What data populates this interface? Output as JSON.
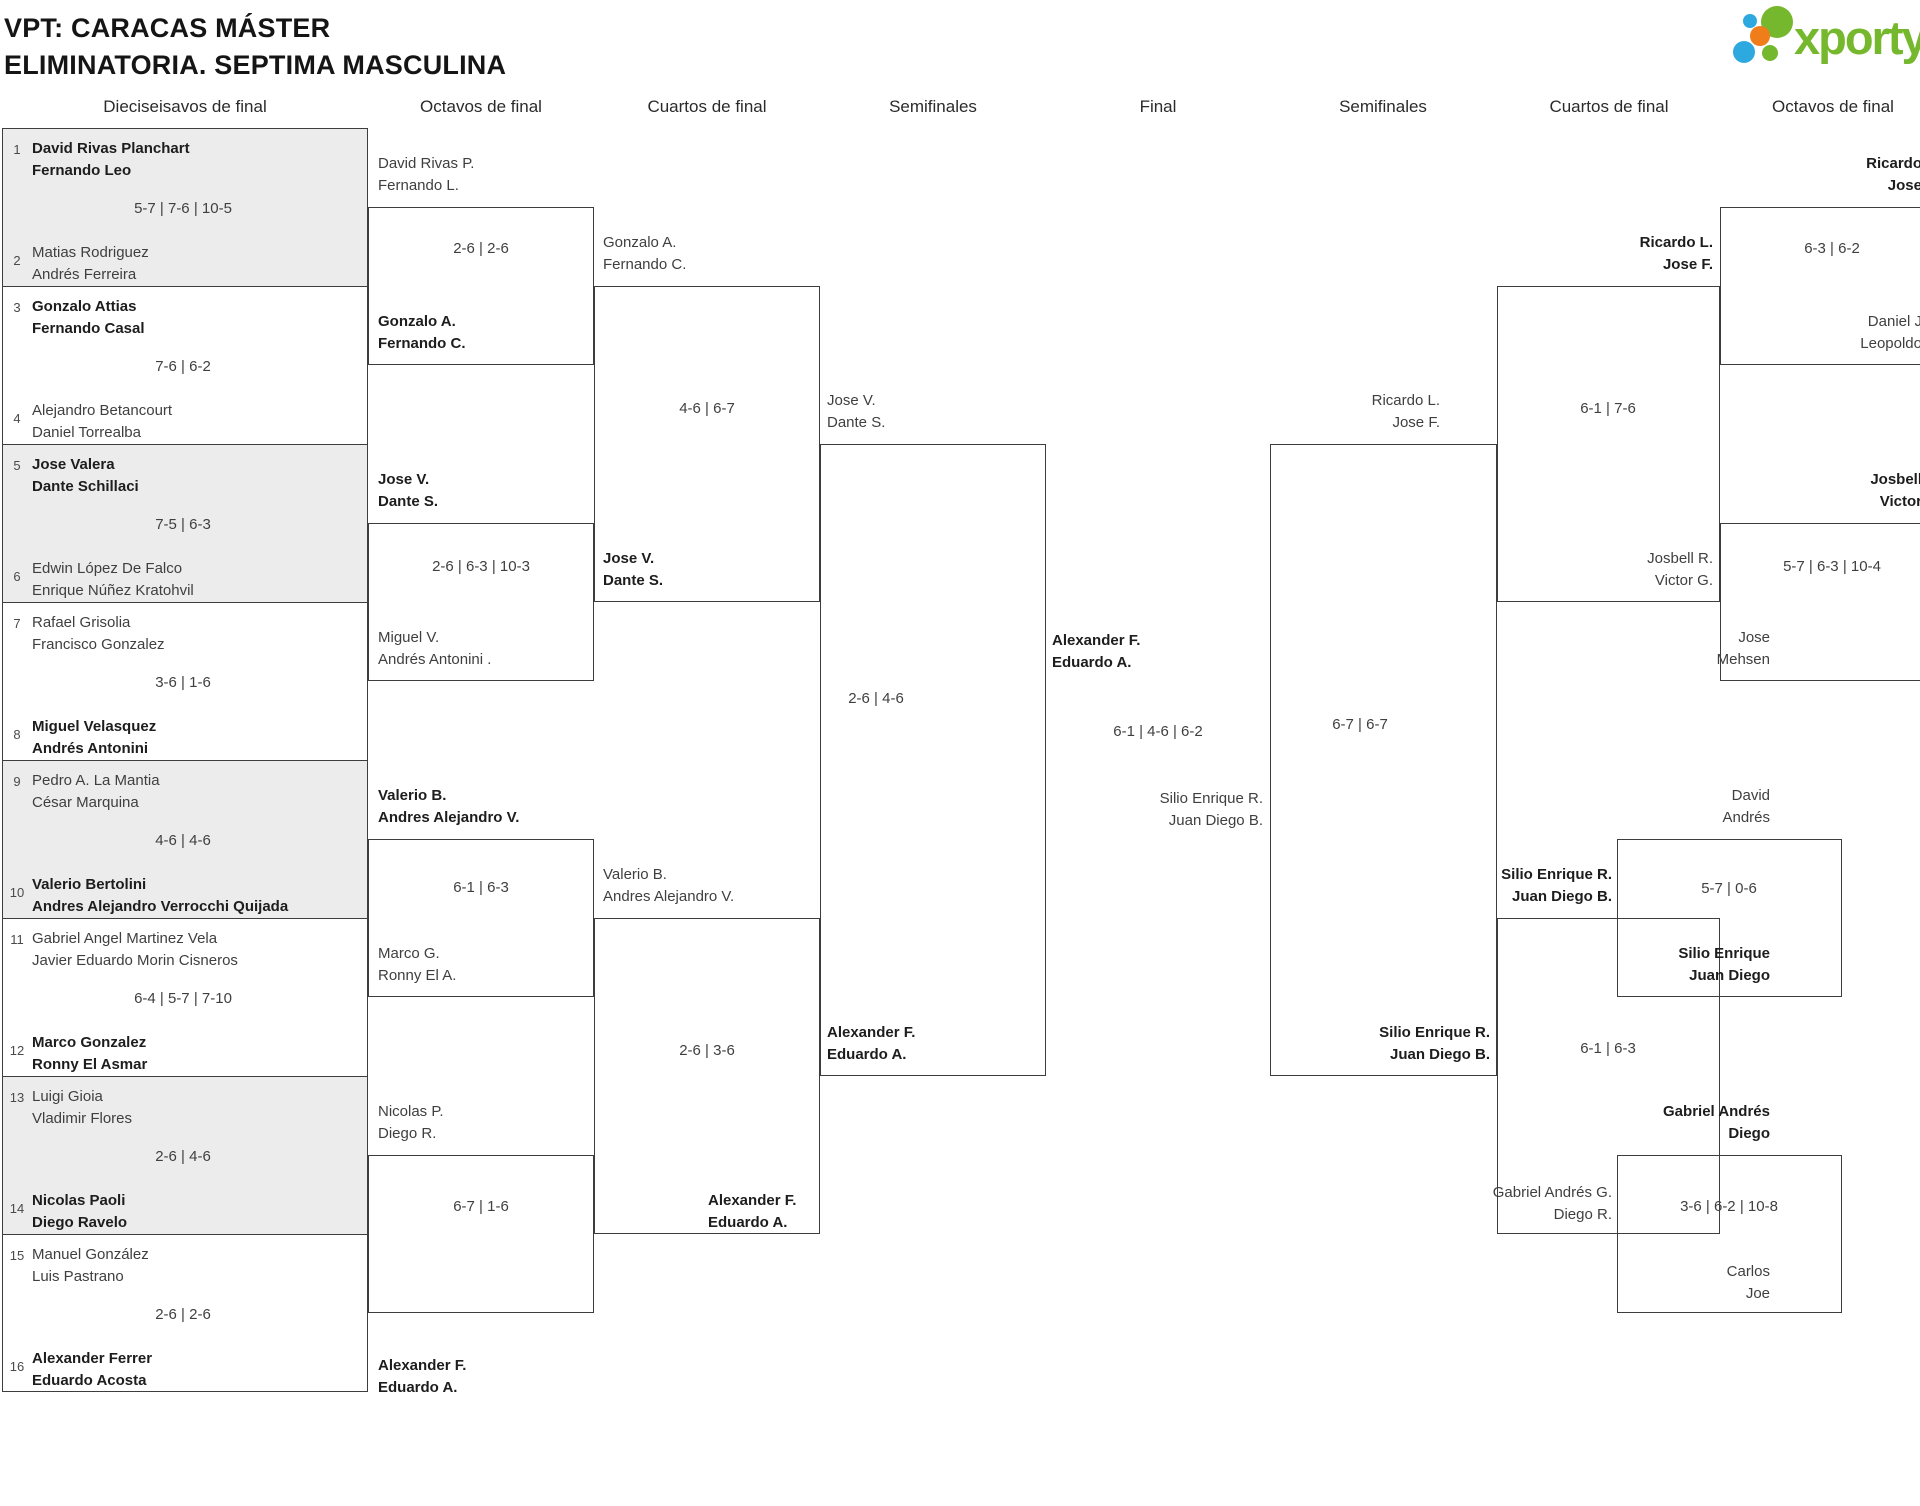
{
  "title": {
    "line1": "VPT: CARACAS MÁSTER",
    "line2": "ELIMINATORIA. SEPTIMA MASCULINA"
  },
  "logo": {
    "brand": "xporty",
    "colors": {
      "green": "#76b82d",
      "blue": "#2ea9e0",
      "orange": "#ef7d1a"
    }
  },
  "rounds": [
    "Dieciseisavos de final",
    "Octavos de final",
    "Cuartos de final",
    "Semifinales",
    "Final",
    "Semifinales",
    "Cuartos de final",
    "Octavos de final"
  ],
  "r32": [
    {
      "seed1": "1",
      "team1": [
        "David Rivas Planchart",
        "Fernando Leo"
      ],
      "score": "5-7 | 7-6 | 10-5",
      "seed2": "2",
      "team2": [
        "Matias Rodriguez",
        "Andrés Ferreira"
      ],
      "winner": "top"
    },
    {
      "seed1": "3",
      "team1": [
        "Gonzalo Attias",
        "Fernando Casal"
      ],
      "score": "7-6 | 6-2",
      "seed2": "4",
      "team2": [
        "Alejandro Betancourt",
        "Daniel Torrealba"
      ],
      "winner": "top"
    },
    {
      "seed1": "5",
      "team1": [
        "Jose Valera",
        "Dante Schillaci"
      ],
      "score": "7-5 | 6-3",
      "seed2": "6",
      "team2": [
        "Edwin López De Falco",
        "Enrique Núñez Kratohvil"
      ],
      "winner": "top"
    },
    {
      "seed1": "7",
      "team1": [
        "Rafael Grisolia",
        "Francisco Gonzalez"
      ],
      "score": "3-6 | 1-6",
      "seed2": "8",
      "team2": [
        "Miguel Velasquez",
        "Andrés Antonini"
      ],
      "winner": "bottom"
    },
    {
      "seed1": "9",
      "team1": [
        "Pedro A. La Mantia",
        "César Marquina"
      ],
      "score": "4-6 | 4-6",
      "seed2": "10",
      "team2": [
        "Valerio Bertolini",
        "Andres Alejandro Verrocchi Quijada"
      ],
      "winner": "bottom"
    },
    {
      "seed1": "11",
      "team1": [
        "Gabriel Angel Martinez Vela",
        "Javier Eduardo Morin Cisneros"
      ],
      "score": "6-4 | 5-7 | 7-10",
      "seed2": "12",
      "team2": [
        "Marco Gonzalez",
        "Ronny El Asmar"
      ],
      "winner": "bottom"
    },
    {
      "seed1": "13",
      "team1": [
        "Luigi Gioia",
        "Vladimir Flores"
      ],
      "score": "2-6 | 4-6",
      "seed2": "14",
      "team2": [
        "Nicolas Paoli",
        "Diego Ravelo"
      ],
      "winner": "bottom"
    },
    {
      "seed1": "15",
      "team1": [
        "Manuel González",
        "Luis Pastrano"
      ],
      "score": "2-6 | 2-6",
      "seed2": "16",
      "team2": [
        "Alexander Ferrer",
        "Eduardo Acosta"
      ],
      "winner": "bottom"
    }
  ],
  "octavos_left": [
    {
      "top": [
        "David Rivas P.",
        "Fernando L."
      ],
      "score": "2-6 | 2-6",
      "bottom": [
        "Gonzalo A.",
        "Fernando C."
      ],
      "winner": "bottom"
    },
    {
      "top": [
        "Jose V.",
        "Dante S."
      ],
      "score": "2-6 | 6-3 | 10-3",
      "bottom": [
        "Miguel V.",
        "Andrés Antonini ."
      ],
      "winner": "top"
    },
    {
      "top": [
        "Valerio B.",
        "Andres Alejandro V."
      ],
      "score": "6-1 | 6-3",
      "bottom": [
        "Marco G.",
        "Ronny El A."
      ],
      "winner": "top"
    },
    {
      "top": [
        "Nicolas P.",
        "Diego R."
      ],
      "score": "6-7 | 1-6",
      "bottom": [
        "Alexander F.",
        "Eduardo A."
      ],
      "winner": "bottom"
    }
  ],
  "cuartos_left": [
    {
      "top": [
        "Gonzalo A.",
        "Fernando C."
      ],
      "score": "4-6 | 6-7",
      "bottom": [
        "Jose V.",
        "Dante S."
      ],
      "winner": "bottom"
    },
    {
      "top": [
        "Valerio B.",
        "Andres Alejandro V."
      ],
      "score": "2-6 | 3-6",
      "bottom": [
        "Alexander F.",
        "Eduardo A."
      ],
      "winner": "bottom"
    }
  ],
  "semifinal_left": {
    "top": [
      "Jose V.",
      "Dante S."
    ],
    "score": "2-6 | 4-6",
    "bottom": [
      "Alexander F.",
      "Eduardo A."
    ],
    "winner": "bottom"
  },
  "final": {
    "left": [
      "Alexander F.",
      "Eduardo A."
    ],
    "score": "6-1 | 4-6 | 6-2",
    "right": [
      "Silio Enrique R.",
      "Juan Diego B."
    ],
    "winner": "left"
  },
  "semifinal_right": {
    "top": [
      "Ricardo L.",
      "Jose F."
    ],
    "score": "6-7 | 6-7",
    "bottom": [
      "Silio Enrique R.",
      "Juan Diego B."
    ],
    "winner": "bottom"
  },
  "cuartos_right": [
    {
      "top": [
        "Ricardo L.",
        "Jose F."
      ],
      "score": "6-1 | 7-6",
      "bottom": [
        "Josbell R.",
        "Victor G."
      ],
      "winner": "top"
    },
    {
      "top": [
        "Silio Enrique R.",
        "Juan Diego B."
      ],
      "score": "6-1 | 6-3",
      "bottom": [
        "Gabriel Andrés G.",
        "Diego R."
      ],
      "winner": "top"
    }
  ],
  "octavos_right": [
    {
      "top": [
        "Ricardo",
        "Jose"
      ],
      "score": "6-3 | 6-2",
      "bottom": [
        "Daniel J",
        "Leopoldo"
      ],
      "winner": "top"
    },
    {
      "top": [
        "Josbell",
        "Victor"
      ],
      "score": "5-7 | 6-3 | 10-4",
      "bottom": [
        "Jose",
        "Mehsen"
      ],
      "winner": "top"
    },
    {
      "top": [
        "David",
        "Andrés"
      ],
      "score": "5-7 | 0-6",
      "bottom": [
        "Silio Enrique",
        "Juan Diego"
      ],
      "winner": "bottom"
    },
    {
      "top": [
        "Gabriel Andrés",
        "Diego"
      ],
      "score": "3-6 | 6-2 | 10-8",
      "bottom": [
        "Carlos",
        "Joe"
      ],
      "winner": "top"
    }
  ]
}
